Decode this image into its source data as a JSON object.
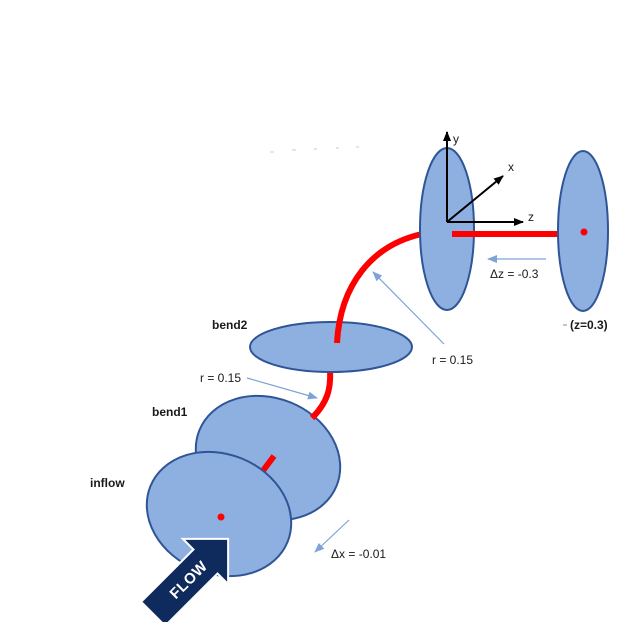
{
  "labels": {
    "bend2": "bend2",
    "bend1": "bend1",
    "inflow": "inflow",
    "r_upper": "r = 0.15",
    "r_lower": "r = 0.15",
    "dz": "Δz = -0.3",
    "z_pos": "(z=0.3)",
    "dx": "Δx = -0.01",
    "flow": "FLOW"
  },
  "axes": {
    "y": "y",
    "x": "x",
    "z": "z"
  },
  "colors": {
    "disc_fill": "#8db0e0",
    "disc_stroke": "#2f5597",
    "pipe": "#ff0000",
    "arrow_thin": "#7fa3d6",
    "flow_arrow": "#0f2a5c"
  }
}
